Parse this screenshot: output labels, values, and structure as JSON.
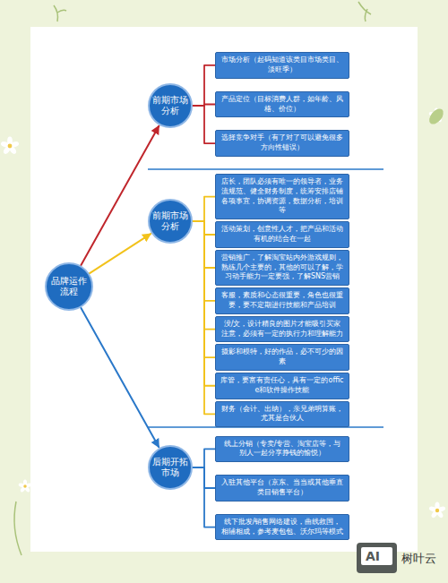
{
  "diagram": {
    "nodes": [
      {
        "text": [
          "品牌运作流程"
        ]
      },
      {
        "text": [
          "前期市场分析"
        ]
      },
      {
        "text": [
          "市场分析（起码知道该类目市场类目、淡旺季）"
        ]
      },
      {
        "text": [
          "产品定位（目标消费人群，如年龄、风格、价位）"
        ]
      },
      {
        "text": [
          "选择竞争对手（有了对了可以避免很多方向性错误）"
        ]
      },
      {
        "text": [
          "前期市场分析"
        ]
      },
      {
        "text": [
          "店长，团队必须有唯一的领导者，业务流规范、健全财务制度，统筹安排店铺各项事宜，协调资源，数据分析，培训等"
        ]
      },
      {
        "text": [
          "活动策划，创意性人才，把产品和活动有机的结合在一起"
        ]
      },
      {
        "text": [
          "营销推广，了解淘宝站内外游戏规则，熟练几个主要的，其他的可以了解，学习动手能力一定要强，了解SNS营销"
        ]
      },
      {
        "text": [
          "客服，素质和心态很重要，角色也很重要，要不定期进行技能和产品培训"
        ]
      },
      {
        "text": [
          "没/文，设计精良的图片才能吸引买家注意，必须有一定的执行力和理解能力"
        ]
      },
      {
        "text": [
          "摄影和模特，好的作品，必不可少的因素"
        ]
      },
      {
        "text": [
          "库管，要富有责任心，具有一定的office和软件操作技能"
        ]
      },
      {
        "text": [
          "财务（会计、出纳），亲兄弟明算账，尤其是合伙人"
        ]
      },
      {
        "text": [
          "后期开拓市场"
        ]
      },
      {
        "text": [
          "线上分销（专卖/专营、淘宝店等，与别人一起分享挣钱的愉悦）"
        ]
      },
      {
        "text": [
          "入驻其他平台（京东、当当或其他垂直类目销售平台）"
        ]
      },
      {
        "text": [
          "线下批发/销售网络建设，曲线救国，相辅相成，参考麦包包、沃尔玛等模式"
        ]
      }
    ],
    "edges": [
      {
        "from": 0,
        "to": 1,
        "arrow": "to"
      },
      {
        "from": 0,
        "to": 5,
        "arrow": "to"
      },
      {
        "from": 0,
        "to": 14,
        "arrow": "to"
      },
      {
        "from": 1,
        "to": 2,
        "arrow": "none"
      },
      {
        "from": 1,
        "to": 3,
        "arrow": "none"
      },
      {
        "from": 1,
        "to": 4,
        "arrow": "none"
      },
      {
        "from": 5,
        "to": 6,
        "arrow": "none"
      },
      {
        "from": 5,
        "to": 7,
        "arrow": "none"
      },
      {
        "from": 5,
        "to": 8,
        "arrow": "none"
      },
      {
        "from": 5,
        "to": 9,
        "arrow": "none"
      },
      {
        "from": 5,
        "to": 10,
        "arrow": "none"
      },
      {
        "from": 5,
        "to": 11,
        "arrow": "none"
      },
      {
        "from": 5,
        "to": 12,
        "arrow": "none"
      },
      {
        "from": 5,
        "to": 13,
        "arrow": "none"
      },
      {
        "from": 14,
        "to": 15,
        "arrow": "none"
      },
      {
        "from": 14,
        "to": 16,
        "arrow": "none"
      },
      {
        "from": 14,
        "to": 17,
        "arrow": "none"
      }
    ],
    "labels": [
      "AI",
      "树叶云"
    ]
  }
}
